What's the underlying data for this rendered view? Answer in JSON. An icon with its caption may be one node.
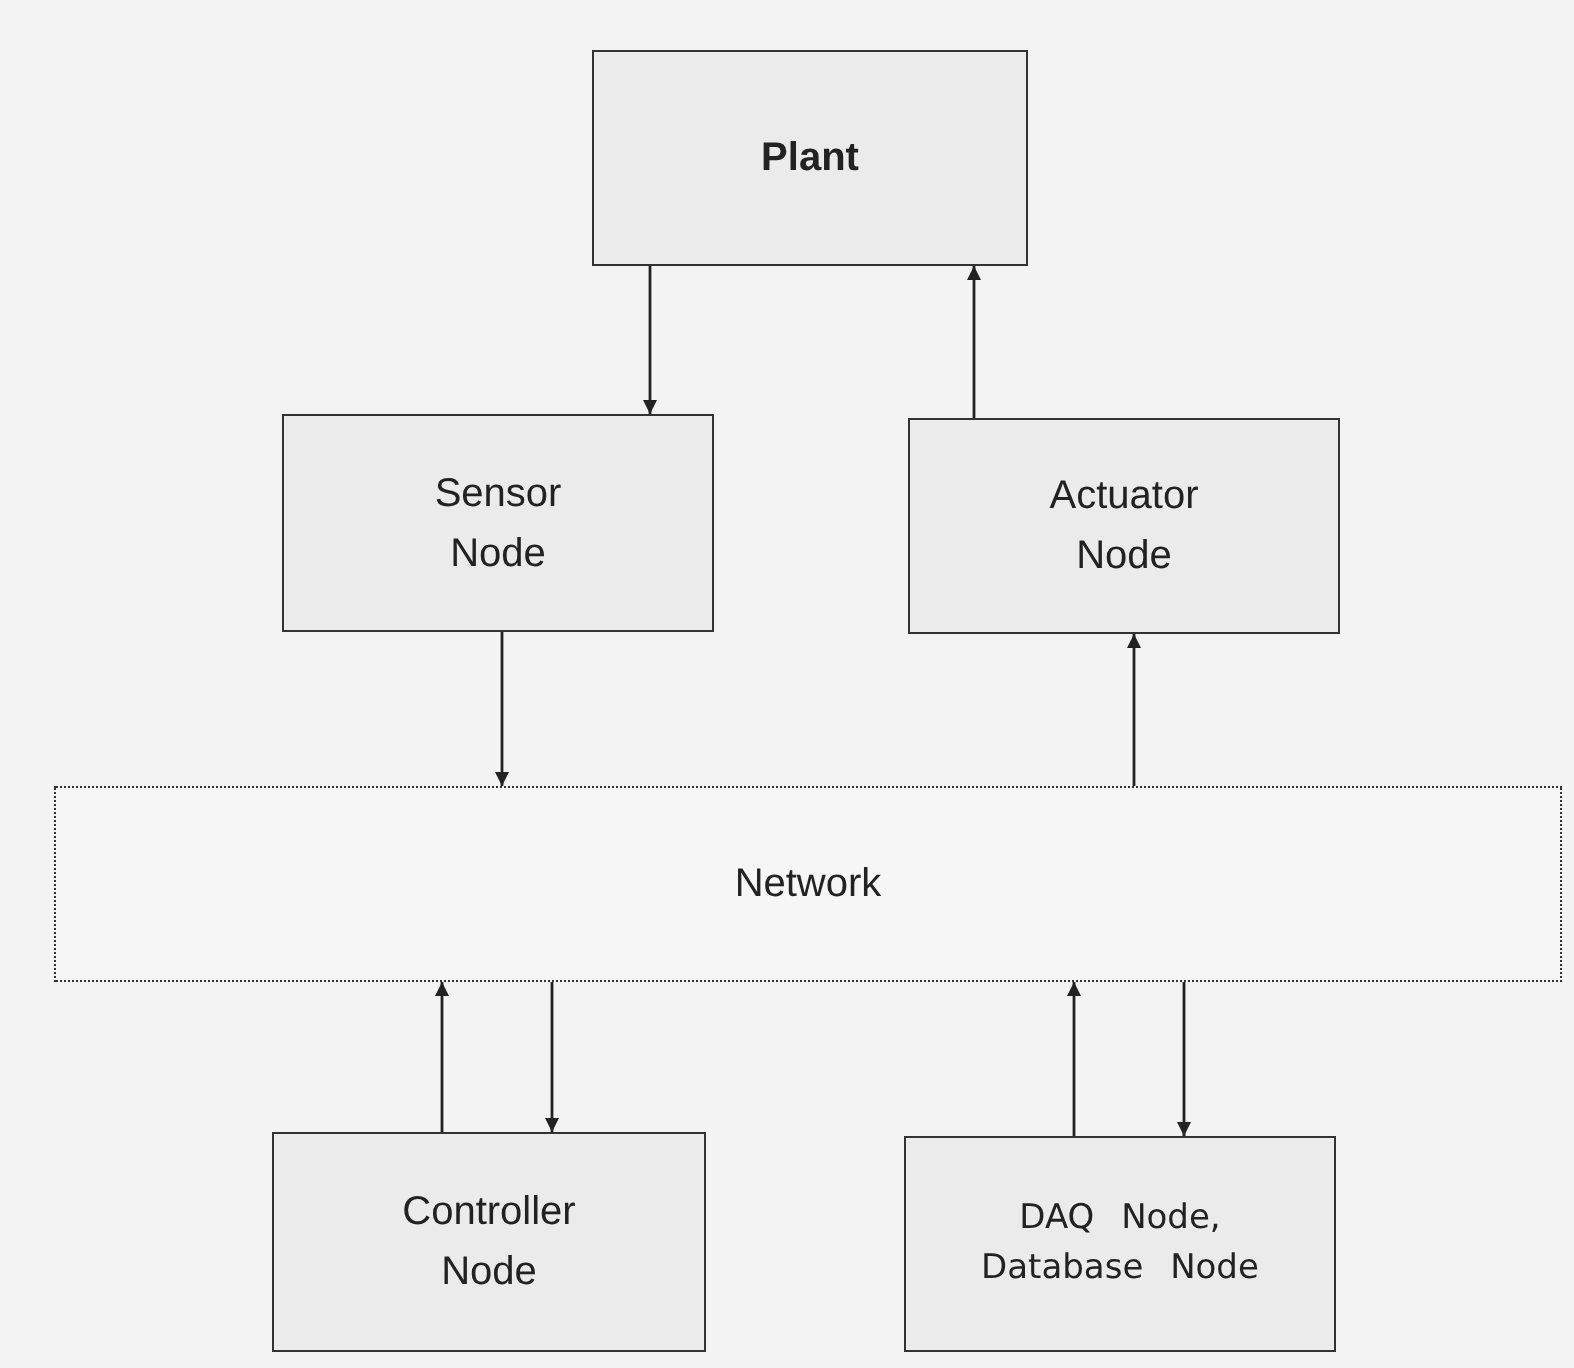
{
  "diagram": {
    "nodes": [
      {
        "text": [
          "Plant"
        ]
      },
      {
        "text": [
          "Sensor Node"
        ]
      },
      {
        "text": [
          "Actuator Node"
        ]
      },
      {
        "text": [
          "Network"
        ]
      },
      {
        "text": [
          "Controller Node"
        ]
      },
      {
        "text": [
          "DAQ Node, Database Node"
        ]
      }
    ],
    "edges": [
      {
        "from": 0,
        "to": 1,
        "arrow": "to"
      },
      {
        "from": 2,
        "to": 0,
        "arrow": "to"
      },
      {
        "from": 1,
        "to": 3,
        "arrow": "to"
      },
      {
        "from": 3,
        "to": 2,
        "arrow": "to"
      },
      {
        "from": 4,
        "to": 3,
        "arrow": "to"
      },
      {
        "from": 3,
        "to": 4,
        "arrow": "to"
      },
      {
        "from": 5,
        "to": 3,
        "arrow": "to"
      },
      {
        "from": 3,
        "to": 5,
        "arrow": "to"
      }
    ]
  }
}
